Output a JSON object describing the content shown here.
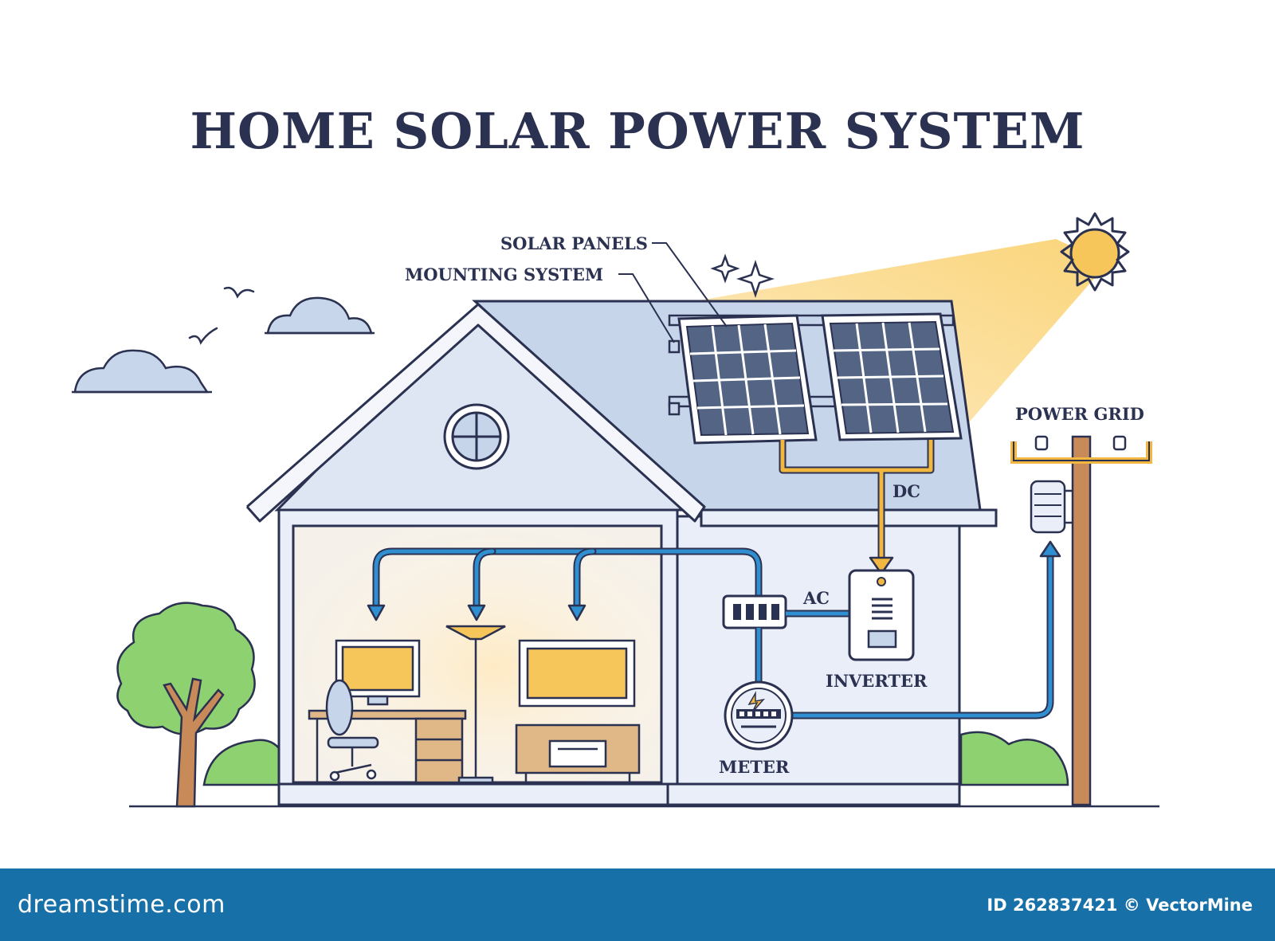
{
  "title": "HOME SOLAR POWER SYSTEM",
  "labels": {
    "solar_panels": "SOLAR PANELS",
    "mounting_system": "MOUNTING SYSTEM",
    "dc": "DC",
    "ac": "AC",
    "inverter": "INVERTER",
    "meter": "METER",
    "power_grid": "POWER GRID"
  },
  "footer": {
    "brand": "dreamstime.com",
    "id_credit": "ID 262837421 © VectorMine"
  },
  "colors": {
    "outline": "#2b3150",
    "house_wall": "#e9eef8",
    "roof": "#c6d5ea",
    "sun": "#f7c65a",
    "flow_ac": "#2f8fd0",
    "flow_dc": "#f2b740",
    "footer_bg": "#1770a8"
  }
}
